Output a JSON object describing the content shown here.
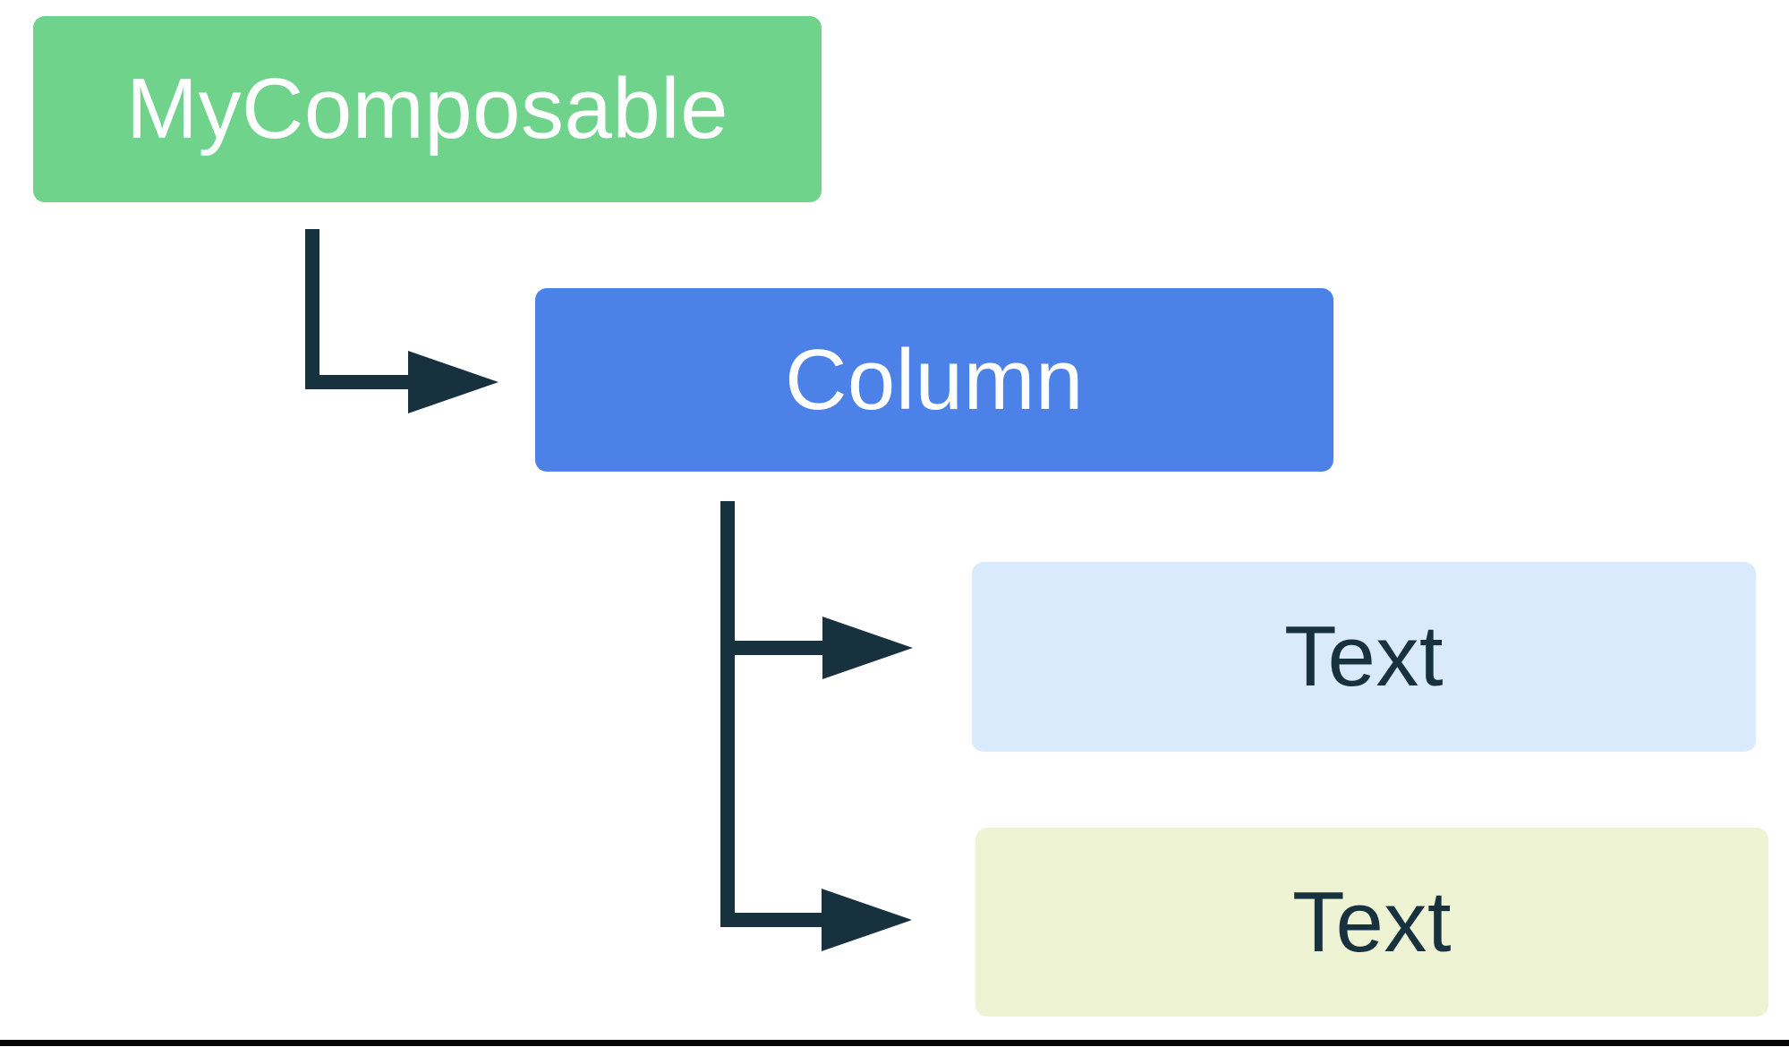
{
  "colors": {
    "node_green": "#6FD38C",
    "node_blue": "#4C82E8",
    "node_lightblue": "#D8EAFC",
    "node_paleyellow": "#EEF3D3",
    "arrow": "#17313F",
    "text_light": "#FFFFFF",
    "text_dark": "#17313F",
    "divider": "#050505"
  },
  "diagram": {
    "type": "composable-hierarchy-tree",
    "nodes": [
      {
        "id": "mycomposable",
        "label": "MyComposable"
      },
      {
        "id": "column",
        "label": "Column"
      },
      {
        "id": "text-1",
        "label": "Text"
      },
      {
        "id": "text-2",
        "label": "Text"
      }
    ],
    "edges": [
      {
        "from": "mycomposable",
        "to": "column"
      },
      {
        "from": "column",
        "to": "text-1"
      },
      {
        "from": "column",
        "to": "text-2"
      }
    ]
  }
}
